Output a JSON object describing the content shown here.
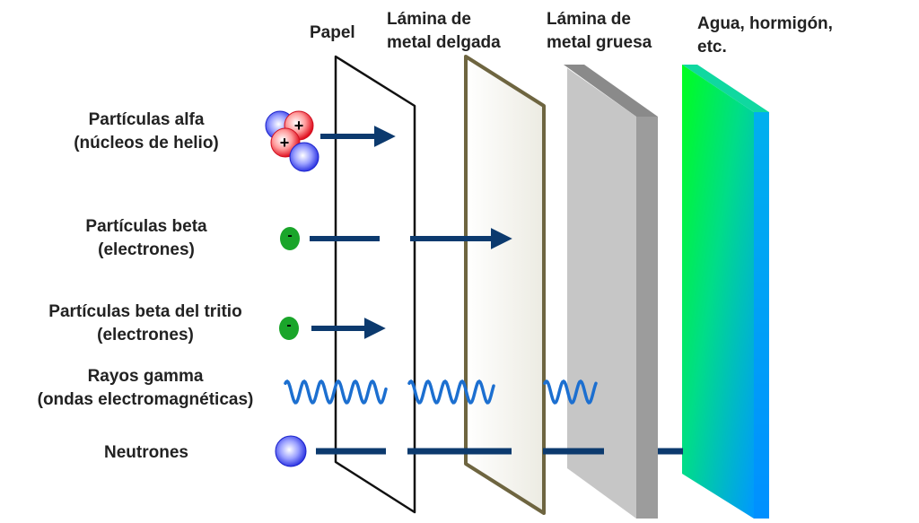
{
  "title": "Poder de penetración de la radiación",
  "barriers": [
    {
      "id": "paper",
      "lines": [
        "Papel"
      ],
      "color": "#111111",
      "fill": "#ffffff"
    },
    {
      "id": "thin-metal",
      "lines": [
        "Lámina de",
        "metal delgada"
      ],
      "color": "#6e6540",
      "fill": "#f1efe6"
    },
    {
      "id": "thick-metal",
      "lines": [
        "Lámina de",
        "metal gruesa"
      ],
      "color": "#c6c6c6",
      "side": "#9c9c9c",
      "top": "#8c8c8c"
    },
    {
      "id": "water-concrete",
      "lines": [
        "Agua, hormigón,",
        "etc."
      ],
      "gradient_from": "#00ff20",
      "gradient_to": "#0090ff"
    }
  ],
  "radiation": [
    {
      "id": "alpha",
      "lines": [
        "Partículas alfa",
        "(núcleos de helio)"
      ],
      "icon": "helium-nucleus-icon",
      "stopped_by": "Papel"
    },
    {
      "id": "beta",
      "lines": [
        "Partículas beta",
        "(electrones)"
      ],
      "icon": "electron-icon",
      "stopped_by": "Lámina de metal delgada"
    },
    {
      "id": "tritium-beta",
      "lines": [
        "Partículas beta del tritio",
        "(electrones)"
      ],
      "icon": "electron-icon",
      "stopped_by": "Papel"
    },
    {
      "id": "gamma",
      "lines": [
        "Rayos gamma",
        "(ondas electromagnéticas)"
      ],
      "icon": "wave-icon",
      "stopped_by": "Lámina de metal gruesa"
    },
    {
      "id": "neutrons",
      "lines": [
        "Neutrones"
      ],
      "icon": "neutron-icon",
      "stopped_by": "Agua, hormigón, etc."
    }
  ],
  "particle_symbols": {
    "proton": "+",
    "electron": "-"
  },
  "colors": {
    "arrow": "#0c3a6e",
    "wave": "#1c6fd0",
    "electron": "#1aa52a",
    "proton": "#e8202a",
    "neutron": "#2233dd",
    "text": "#222222"
  }
}
